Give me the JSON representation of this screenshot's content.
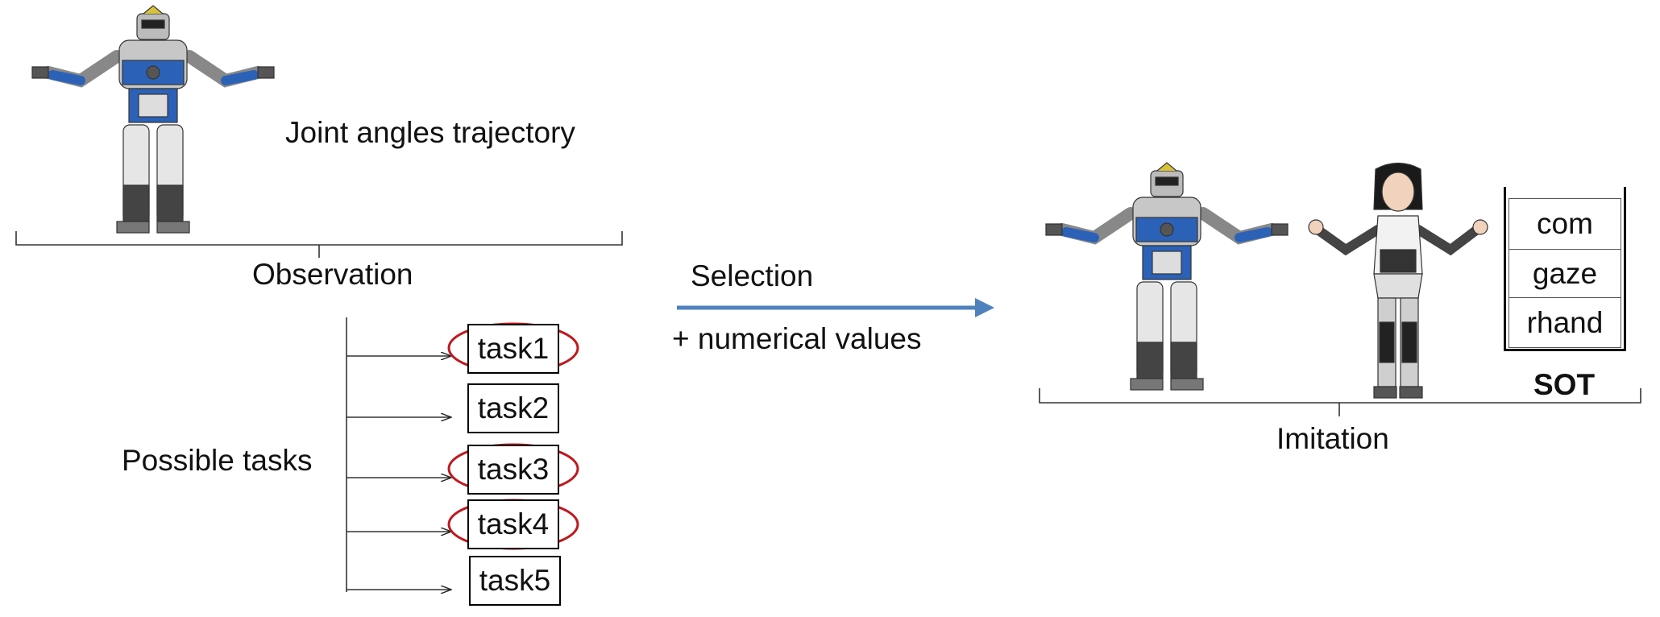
{
  "observation": {
    "joint_label": "Joint angles trajectory",
    "title": "Observation",
    "robot_icon": "hrp2-humanoid-robot"
  },
  "possible_tasks": {
    "label": "Possible tasks",
    "tasks": [
      {
        "name": "task1",
        "selected": true
      },
      {
        "name": "task2",
        "selected": false
      },
      {
        "name": "task3",
        "selected": true
      },
      {
        "name": "task4",
        "selected": true
      },
      {
        "name": "task5",
        "selected": false
      }
    ],
    "selection_color": "#c0181e"
  },
  "selection": {
    "label": "Selection",
    "sublabel": "+ numerical values",
    "arrow_color": "#4f81bd"
  },
  "imitation": {
    "title": "Imitation",
    "robot_icon": "hrp2-humanoid-robot",
    "avatar_icon": "female-humanoid-robot",
    "sot": {
      "title": "SOT",
      "stack": [
        "com",
        "gaze",
        "rhand"
      ]
    }
  }
}
